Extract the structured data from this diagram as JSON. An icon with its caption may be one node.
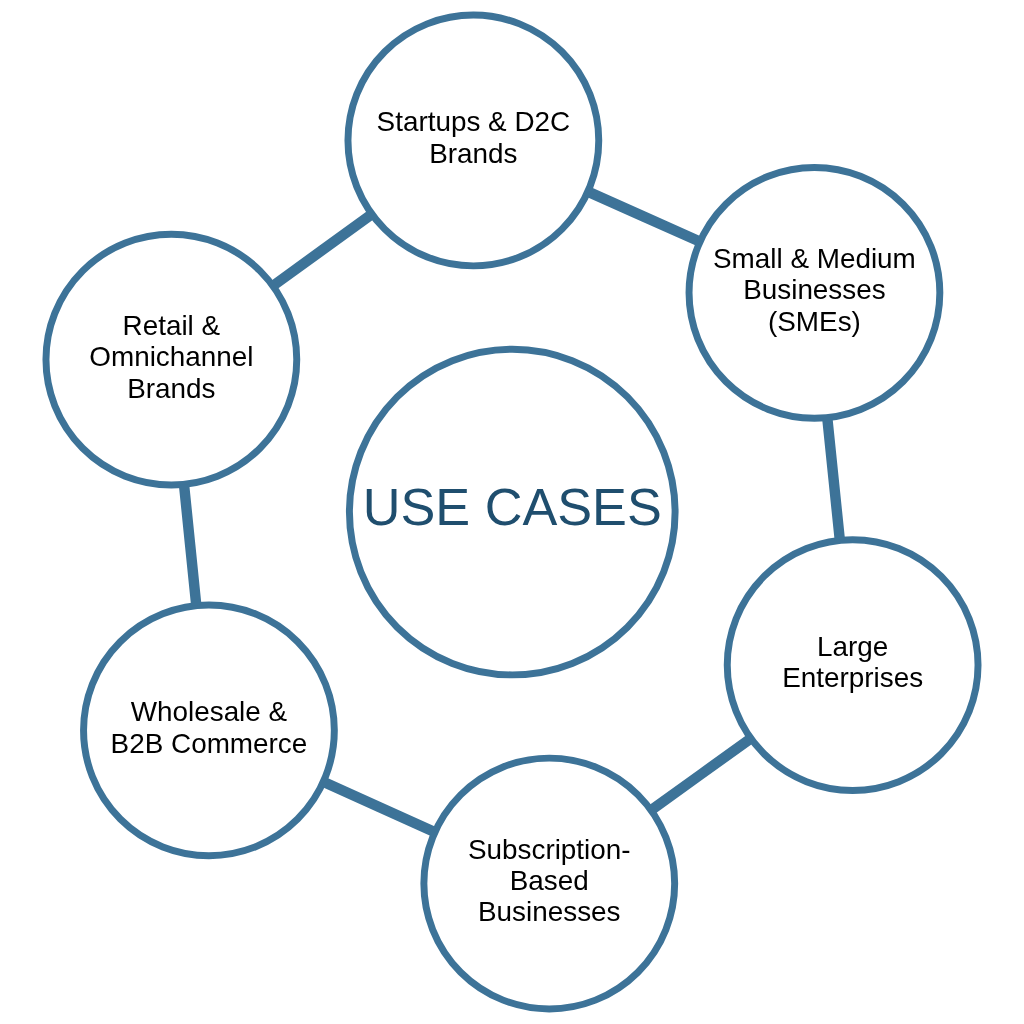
{
  "diagram": {
    "nodes": [
      {
        "text": [
          "Startups & D2C Brands"
        ]
      },
      {
        "text": [
          "Small & Medium Businesses (SMEs)"
        ]
      },
      {
        "text": [
          "Retail & Omnichannel Brands"
        ]
      },
      {
        "text": [
          "USE CASES"
        ]
      },
      {
        "text": [
          "Large Enterprises"
        ]
      },
      {
        "text": [
          "Wholesale & B2B Commerce"
        ]
      },
      {
        "text": [
          "Subscription-Based Businesses"
        ]
      }
    ],
    "edges": [
      {
        "from": 0,
        "to": 1,
        "arrow": "none"
      },
      {
        "from": 1,
        "to": 4,
        "arrow": "none"
      },
      {
        "from": 4,
        "to": 6,
        "arrow": "none"
      },
      {
        "from": 6,
        "to": 5,
        "arrow": "none"
      },
      {
        "from": 5,
        "to": 2,
        "arrow": "none"
      },
      {
        "from": 2,
        "to": 0,
        "arrow": "none"
      }
    ]
  }
}
